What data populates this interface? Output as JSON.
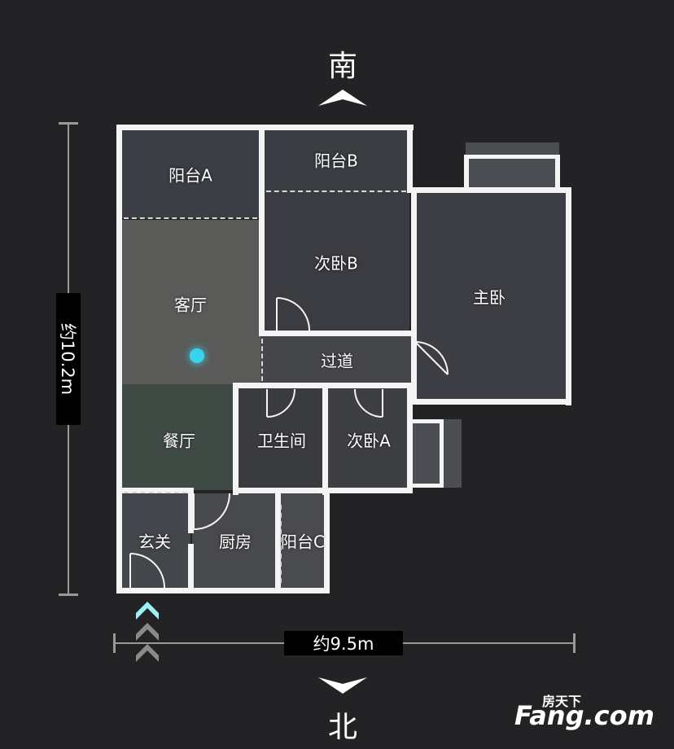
{
  "compass": {
    "south": "南",
    "north": "北"
  },
  "dimensions": {
    "height": "约10.2m",
    "width": "约9.5m"
  },
  "rooms": {
    "balcony_a": "阳台A",
    "balcony_b": "阳台B",
    "balcony_c": "阳台C",
    "living_room": "客厅",
    "dining_room": "餐厅",
    "bedroom_b": "次卧B",
    "master_bedroom": "主卧",
    "corridor": "过道",
    "bathroom": "卫生间",
    "bedroom_a": "次卧A",
    "entrance": "玄关",
    "kitchen": "厨房"
  },
  "watermark": {
    "cn": "房天下",
    "en": "Fang.com"
  },
  "colors": {
    "marker": "#39d3ee",
    "wall": "#f4f4f4",
    "background": "#232326"
  }
}
